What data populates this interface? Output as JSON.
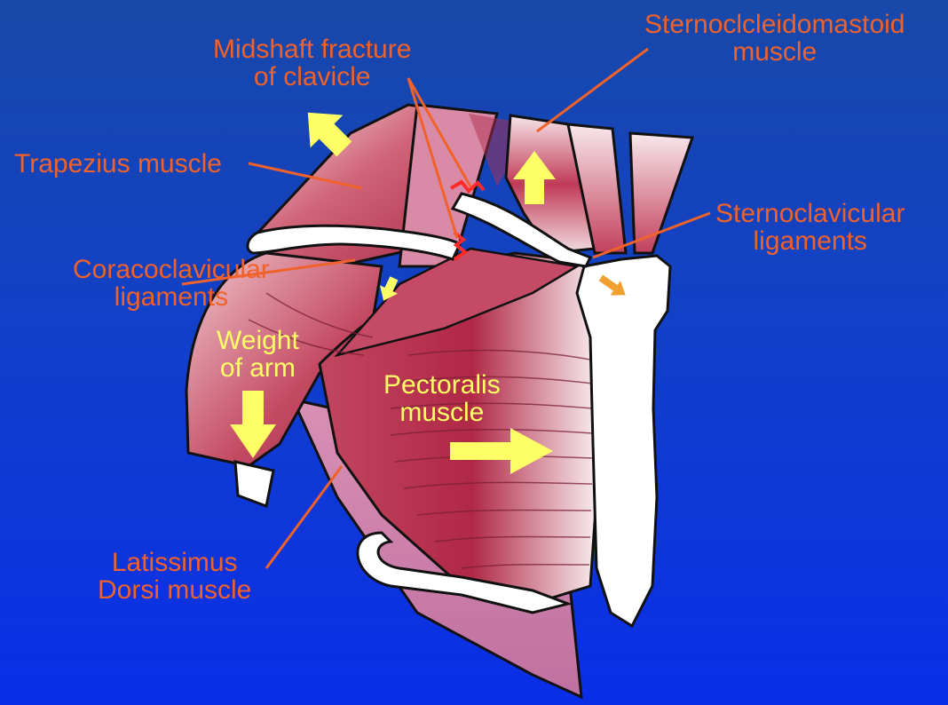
{
  "colors": {
    "background": "#1240c8",
    "label_orange": "#f0622a",
    "label_yellow": "#ffff66",
    "muscle_dark": "#b8324e",
    "muscle_light": "#f4e2e6",
    "fracture_red": "#ff2a2a",
    "force_arrow_yellow": "#ffff66",
    "force_arrow_orange": "#f0a030"
  },
  "labels": {
    "midshaft_line1": "Midshaft fracture",
    "midshaft_line2": "of clavicle",
    "scm_line1": "Sternoclcleidomastoid",
    "scm_line2": "muscle",
    "trapezius": "Trapezius muscle",
    "sternoclavicular_line1": "Sternoclavicular",
    "sternoclavicular_line2": "ligaments",
    "coracoclavicular_line1": "Coracoclavicular",
    "coracoclavicular_line2": "ligaments",
    "weight_line1": "Weight",
    "weight_line2": "of arm",
    "pectoralis_line1": "Pectoralis",
    "pectoralis_line2": "muscle",
    "latissimus_line1": "Latissimus",
    "latissimus_line2": "Dorsi muscle"
  },
  "icons": [
    "fracture-zigzag-icon",
    "force-arrow-icon"
  ]
}
